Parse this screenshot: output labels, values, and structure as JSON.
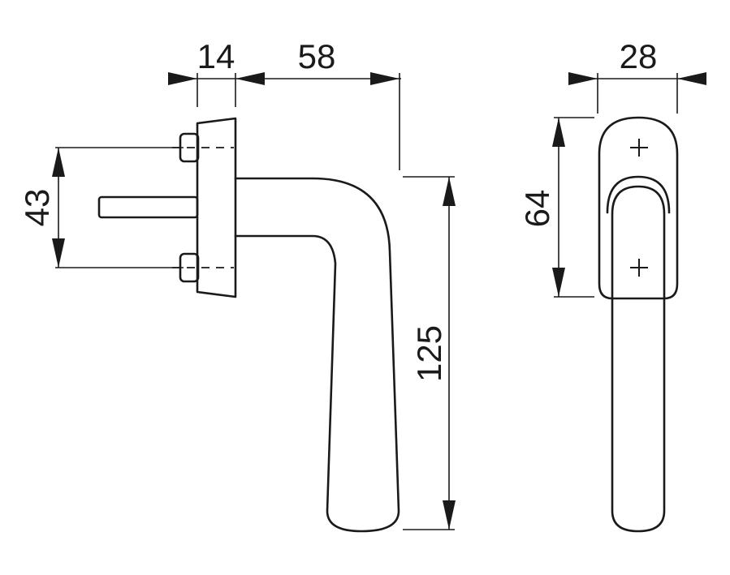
{
  "dimensions": {
    "rose_thickness": "14",
    "handle_projection": "58",
    "screw_spacing": "43",
    "handle_length": "125",
    "rose_width": "28",
    "rose_height": "64"
  }
}
